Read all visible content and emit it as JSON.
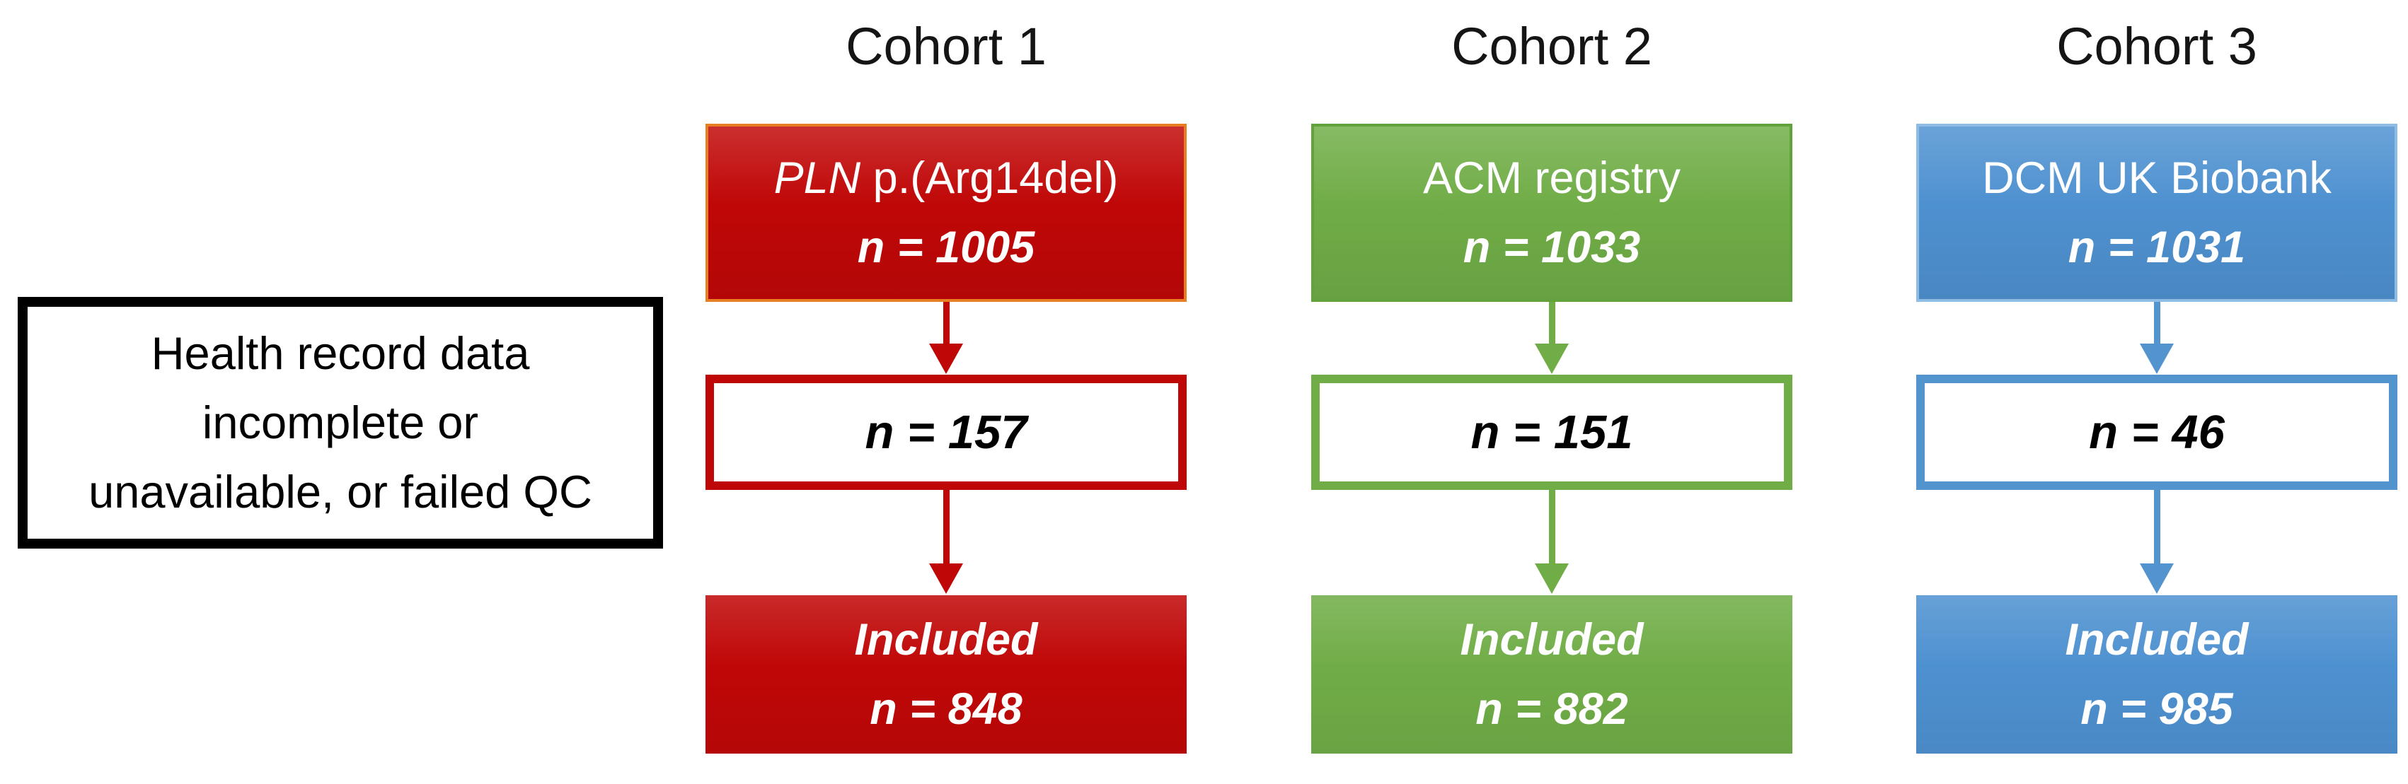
{
  "figure": {
    "exclusion_box": {
      "lines": [
        "Health record data",
        "incomplete or",
        "unavailable, or failed QC"
      ]
    },
    "cohorts": [
      {
        "title": "Cohort 1",
        "source": {
          "name_italic": "PLN",
          "name_rest": " p.(Arg14del)",
          "n": "n = 1005"
        },
        "excluded_n": "n = 157",
        "included": {
          "label": "Included",
          "n": "n = 848"
        },
        "colors": {
          "fill": "#C00707",
          "top_border": "#E87E22",
          "accent": "#C00707"
        }
      },
      {
        "title": "Cohort 2",
        "source": {
          "name_italic": "",
          "name_rest": "ACM registry",
          "n": "n = 1033"
        },
        "excluded_n": "n = 151",
        "included": {
          "label": "Included",
          "n": "n = 882"
        },
        "colors": {
          "fill": "#70AD47",
          "top_border": "#61A23A",
          "accent": "#70AD47"
        }
      },
      {
        "title": "Cohort 3",
        "source": {
          "name_italic": "",
          "name_rest": "DCM UK Biobank",
          "n": "n = 1031"
        },
        "excluded_n": "n = 46",
        "included": {
          "label": "Included",
          "n": "n = 985"
        },
        "colors": {
          "fill": "#4E91D0",
          "top_border": "#8FBCE4",
          "accent": "#5494CE"
        }
      }
    ]
  }
}
